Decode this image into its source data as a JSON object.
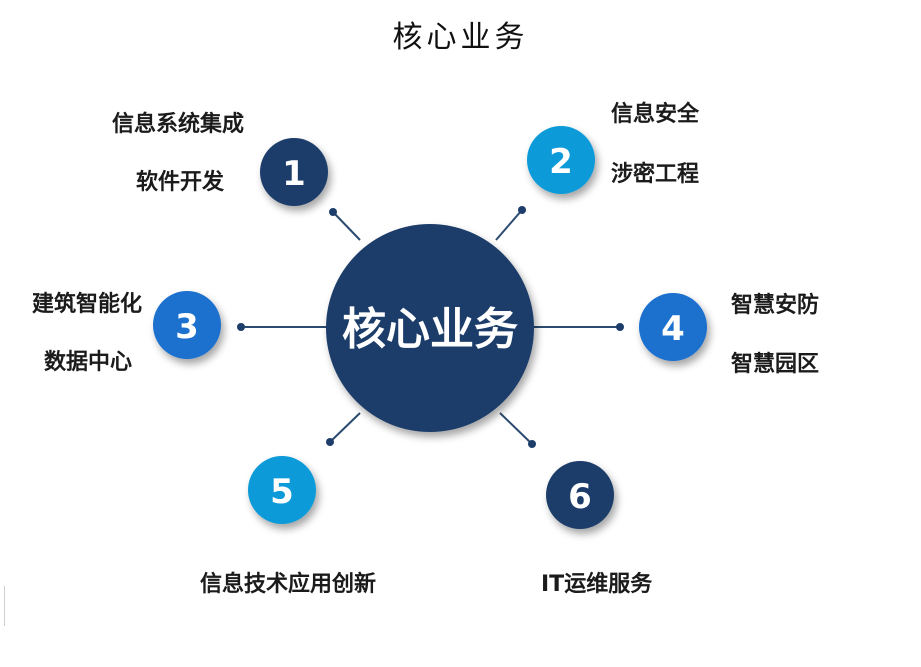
{
  "title": "核心业务",
  "center_label": "核心业务",
  "colors": {
    "navy": "#1d3d6a",
    "light_blue": "#0d9ad8",
    "mid_blue": "#1a6fce",
    "line": "#2b4a70"
  },
  "items": [
    {
      "number": "1",
      "lines": [
        "信息系统集成",
        "软件开发"
      ]
    },
    {
      "number": "2",
      "lines": [
        "信息安全",
        "涉密工程"
      ]
    },
    {
      "number": "3",
      "lines": [
        "建筑智能化",
        "数据中心"
      ]
    },
    {
      "number": "4",
      "lines": [
        "智慧安防",
        "智慧园区"
      ]
    },
    {
      "number": "5",
      "lines": [
        "信息技术应用创新"
      ]
    },
    {
      "number": "6",
      "lines": [
        "IT运维服务"
      ]
    }
  ]
}
